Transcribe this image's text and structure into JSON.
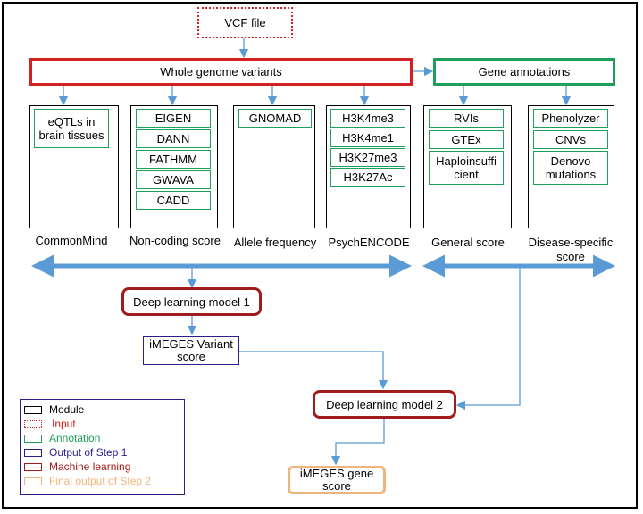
{
  "input": {
    "vcf": "VCF file"
  },
  "bars": {
    "variants": "Whole genome variants",
    "genes": "Gene annotations"
  },
  "modules": {
    "commonmind": {
      "items": [
        "eQTLs in brain tissues"
      ],
      "label": "CommonMind"
    },
    "noncoding": {
      "items": [
        "EIGEN",
        "DANN",
        "FATHMM",
        "GWAVA",
        "CADD"
      ],
      "label": "Non-coding score"
    },
    "allele": {
      "items": [
        "GNOMAD"
      ],
      "label": "Allele frequency"
    },
    "psychencode": {
      "items": [
        "H3K4me3",
        "H3K4me1",
        "H3K27me3",
        "H3K27Ac"
      ],
      "label": "PsychENCODE"
    },
    "general": {
      "items": [
        "RVIs",
        "GTEx",
        "Haploinsuffi cient"
      ],
      "label": "General score"
    },
    "disease": {
      "items": [
        "Phenolyzer",
        "CNVs",
        "Denovo mutations"
      ],
      "label": "Disease-specific score"
    }
  },
  "models": {
    "dl1": "Deep learning model 1",
    "dl2": "Deep learning model 2"
  },
  "outputs": {
    "variant_score": "iMEGES Variant score",
    "gene_score": "iMEGES gene score"
  },
  "legend": [
    {
      "label": "Module",
      "color": "#000000",
      "style": "solid"
    },
    {
      "label": "Input",
      "color": "#d42020",
      "style": "dotted"
    },
    {
      "label": "Annotation",
      "color": "#1fa05a",
      "style": "solid"
    },
    {
      "label": "Output of Step 1",
      "color": "#2a1f8a",
      "style": "solid"
    },
    {
      "label": "Machine learning",
      "color": "#a01c1c",
      "style": "solid"
    },
    {
      "label": "Final output of Step 2",
      "color": "#f0b47c",
      "style": "solid"
    }
  ],
  "colors": {
    "arrow": "#5b9bd5",
    "input": "#d42020",
    "variants_bar": "#d42020",
    "genes_bar": "#1fa05a",
    "model": "#a01c1c",
    "step1": "#2a1f8a",
    "final": "#f0b47c"
  }
}
